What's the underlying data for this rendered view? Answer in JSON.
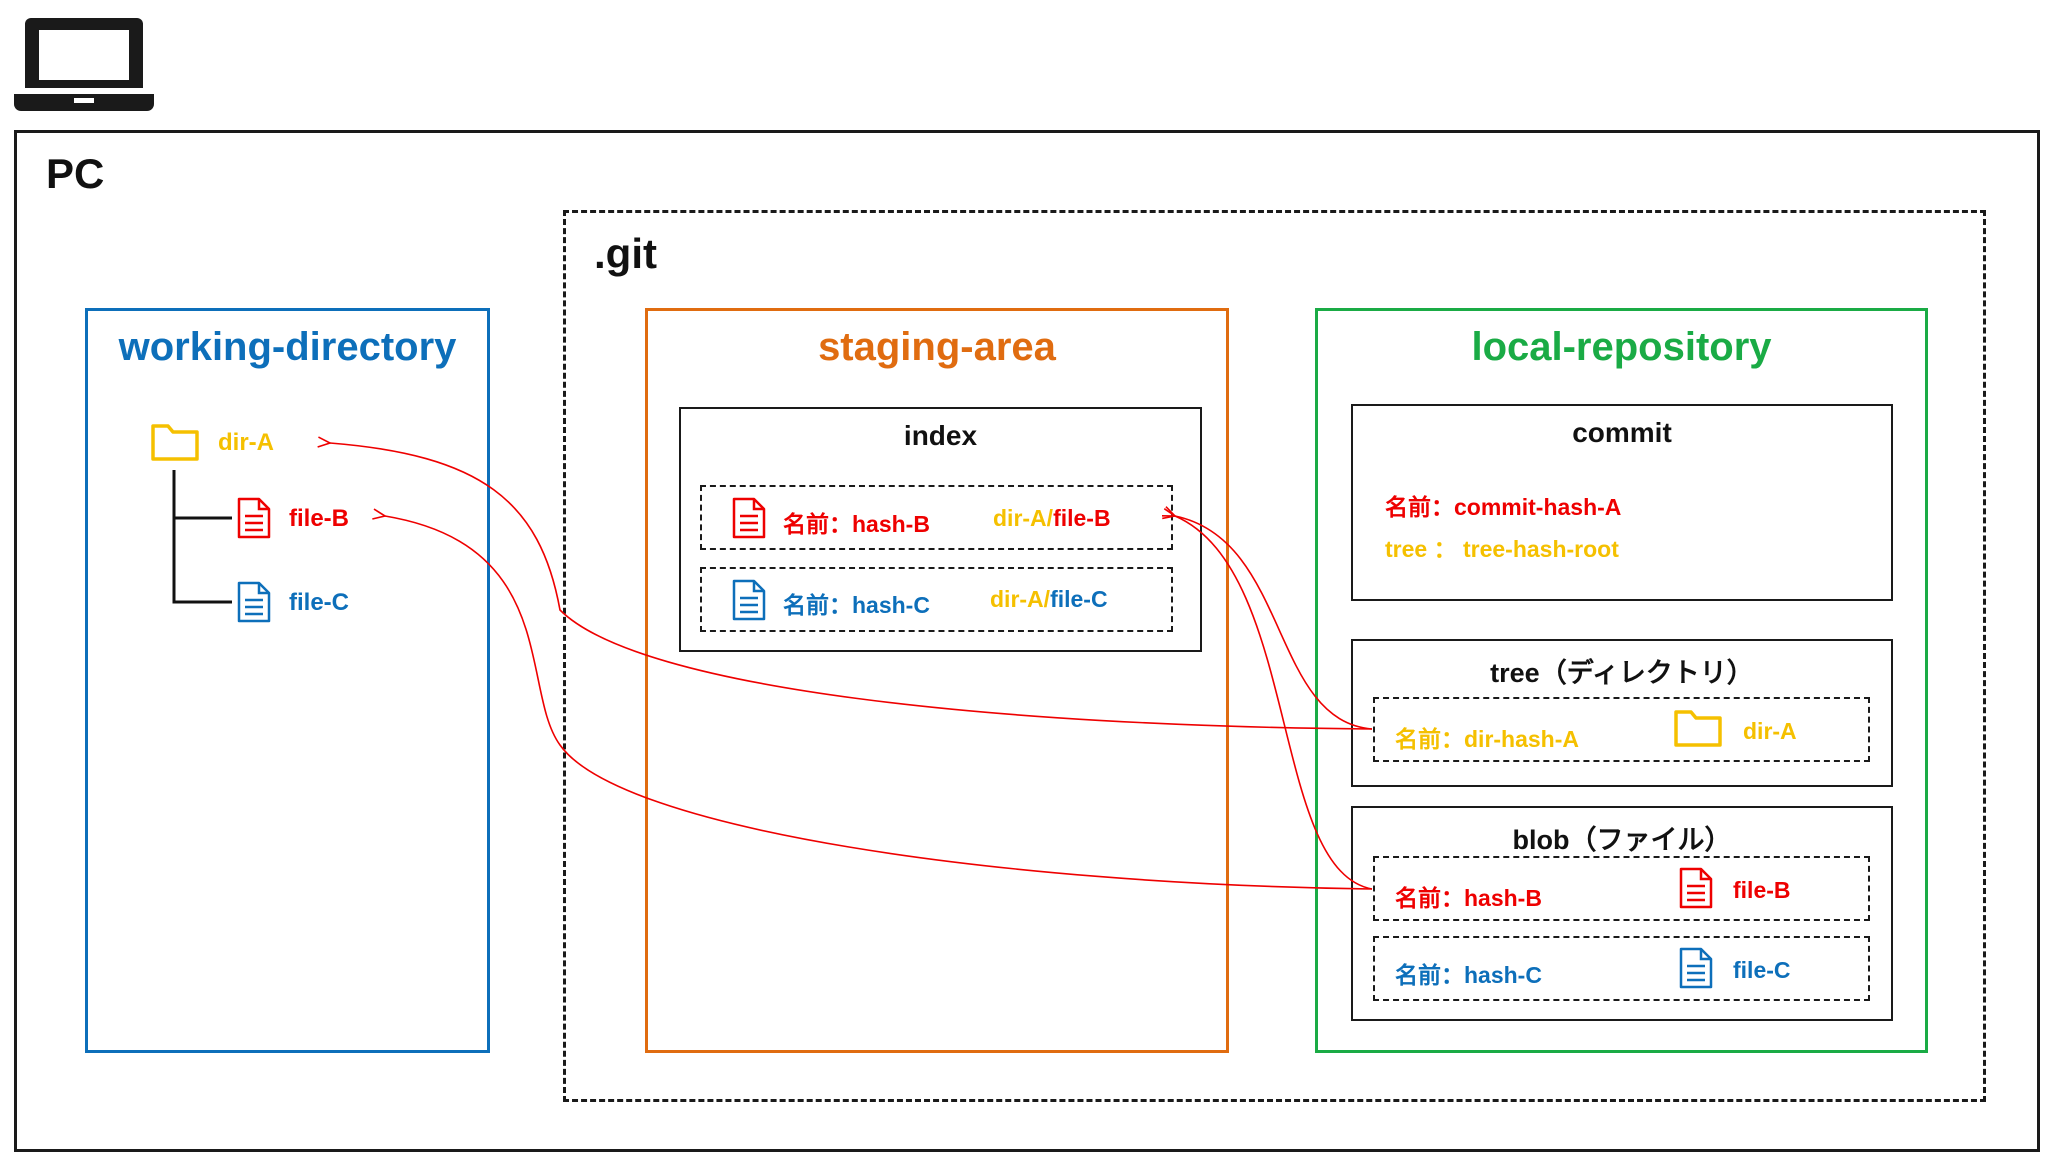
{
  "pc": {
    "label": "PC"
  },
  "git": {
    "label": ".git"
  },
  "working_directory": {
    "title": "working-directory",
    "dir": "dir-A",
    "files": [
      "file-B",
      "file-C"
    ]
  },
  "staging_area": {
    "title": "staging-area",
    "index": {
      "title": "index",
      "entries": [
        {
          "name": "名前：hash-B",
          "path_dir": "dir-A/",
          "path_file": "file-B"
        },
        {
          "name": "名前：hash-C",
          "path_dir": "dir-A/",
          "path_file": "file-C"
        }
      ]
    }
  },
  "local_repository": {
    "title": "local-repository",
    "commit": {
      "title": "commit",
      "name": "名前：commit-hash-A",
      "tree": "tree ： tree-hash-root"
    },
    "tree": {
      "title": "tree（ディレクトリ）",
      "entry": {
        "name": "名前：dir-hash-A",
        "dir": "dir-A"
      }
    },
    "blob": {
      "title": "blob（ファイル）",
      "entries": [
        {
          "name": "名前：hash-B",
          "file": "file-B"
        },
        {
          "name": "名前：hash-C",
          "file": "file-C"
        }
      ]
    }
  },
  "colors": {
    "blue": "#0d6fba",
    "orange": "#e06c10",
    "green": "#1aab45",
    "red": "#ee0000",
    "yellow": "#f5c000"
  }
}
